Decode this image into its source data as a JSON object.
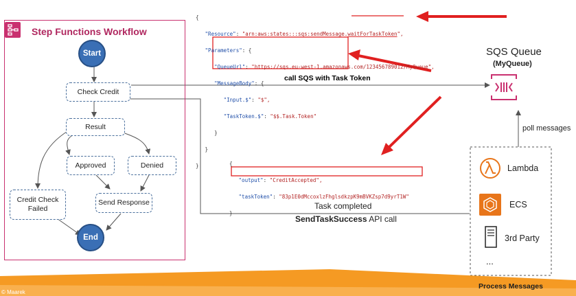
{
  "workflow": {
    "title": "Step Functions Workflow",
    "nodes": {
      "start": "Start",
      "check_credit": "Check Credit",
      "result": "Result",
      "approved": "Approved",
      "denied": "Denied",
      "credit_failed_1": "Credit Check",
      "credit_failed_2": "Failed",
      "send_response": "Send Response",
      "end": "End"
    }
  },
  "code_top": {
    "line1_open": "{",
    "resource_key": "\"Resource\"",
    "resource_pre": "\"arn:aws:states:::sqs:sendMessage.",
    "resource_hl": "waitForTaskToken",
    "resource_post": "\",",
    "params_key": "\"Parameters\"",
    "params_open": ": {",
    "queue_key": "\"QueueUrl\"",
    "queue_val": "\"https://sqs.eu-west-1.amazonaws.com/123456789012/MyQueue\",",
    "msg_key": "\"MessageBody\"",
    "msg_open": ": {",
    "input_key": "\"Input.$\"",
    "input_val": "\"$\",",
    "token_key": "\"TaskToken.$\"",
    "token_val": "\"$$.Task.Token\"",
    "close_inner": "}",
    "close_params": "}",
    "close_outer": "}"
  },
  "code_bottom": {
    "open": "{",
    "output_key": "\"output\"",
    "output_val": "\"CreditAccepted\",",
    "tasktoken_key": "\"taskToken\"",
    "tasktoken_val": "\"83p1E0dMccoxlzFhglsdkzpK9mBVKZsp7d9yrT1W\"",
    "close": "}"
  },
  "labels": {
    "call_sqs": "call SQS with Task Token",
    "task_completed": "Task completed",
    "send_success_bold": "SendTaskSuccess",
    "send_success_rest": " API call",
    "poll": "poll messages"
  },
  "sqs": {
    "title": "SQS Queue",
    "subtitle": "(MyQueue)"
  },
  "processors": {
    "items": [
      "Lambda",
      "ECS",
      "3rd Party",
      "..."
    ],
    "caption": "Process Messages"
  },
  "colors": {
    "accent_pink": "#c9306f",
    "arrow_red": "#e02020",
    "node_blue": "#3a6fb5",
    "lambda_orange": "#e8751a",
    "bottom_band": "#f59a23"
  },
  "footer": {
    "author": "© Maarek"
  }
}
